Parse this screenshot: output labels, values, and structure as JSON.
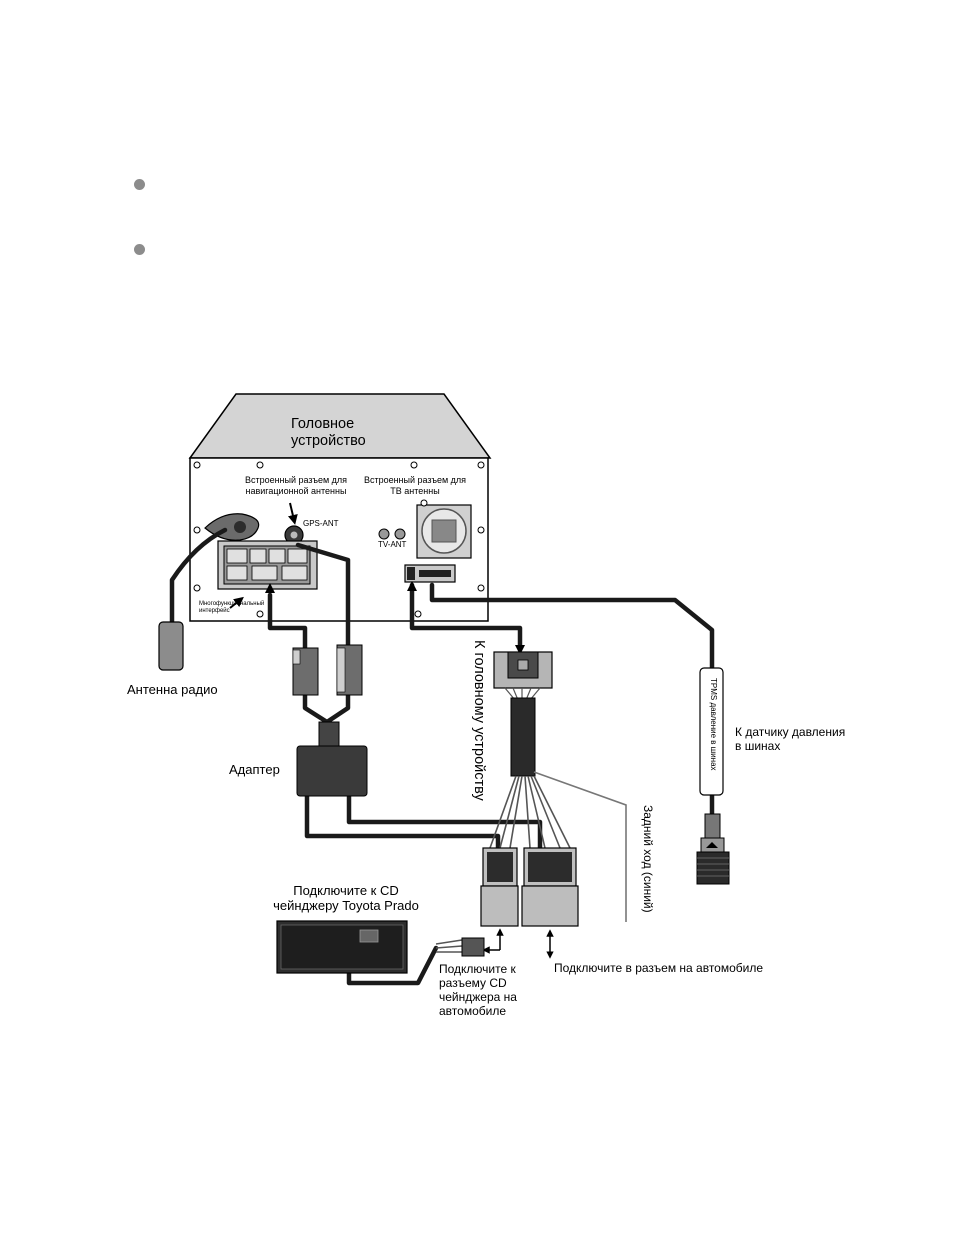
{
  "bullets": [
    "",
    ""
  ],
  "labels": {
    "head_unit": "Головное\nустройство",
    "nav_antenna_connector": "Встроенный разъем для\nнавигационной антенны",
    "gps_ant": "GPS-ANT",
    "tv_antenna_connector": "Встроенный разъем для\nТВ антенны",
    "tv_ant": "TV-ANT",
    "multi_interface": "Многофункциональный\nинтерфейс",
    "radio_antenna": "Антенна радио",
    "adapter": "Адаптер",
    "to_head_unit": "К головному устройству",
    "tpms_sensor": "TPMS давление в шинах",
    "to_pressure_sensor": "К датчику давления\nв шинах",
    "reverse": "Задний ход (синий)",
    "cd_changer_connect": "Подключите к CD\nчейнджеру Toyota Prado",
    "cd_changer_car_connect": "Подключите к\nразъему CD\nчейнджера на\nавтомобиле",
    "car_connector_connect": "Подключите в разъем на автомобиле"
  },
  "colors": {
    "wire": "#1a1a1a",
    "connector_fill": "#b3b3b3",
    "dark_fill": "#3a3a3a",
    "bullet": "#8c8c8c"
  }
}
